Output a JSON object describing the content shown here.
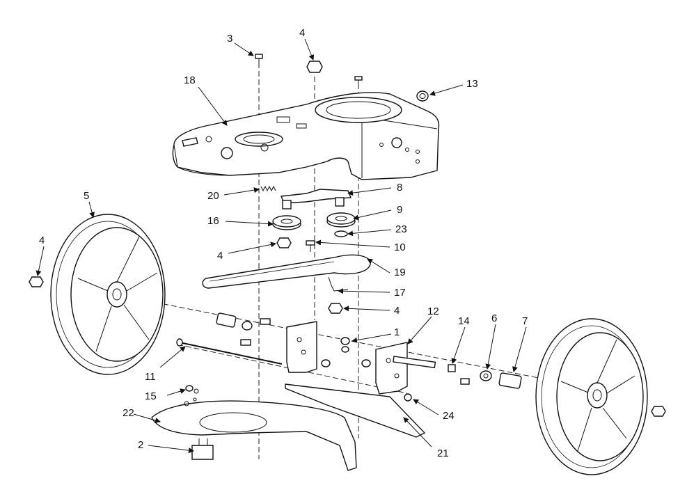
{
  "callouts": {
    "c1": "1",
    "c2": "2",
    "c3": "3",
    "c4a": "4",
    "c4b": "4",
    "c4c": "4",
    "c4d": "4",
    "c5": "5",
    "c6": "6",
    "c7": "7",
    "c8": "8",
    "c9": "9",
    "c10": "10",
    "c11": "11",
    "c12": "12",
    "c13": "13",
    "c14": "14",
    "c15": "15",
    "c16": "16",
    "c17": "17",
    "c18": "18",
    "c19": "19",
    "c20": "20",
    "c21": "21",
    "c22": "22",
    "c23": "23",
    "c24": "24"
  }
}
